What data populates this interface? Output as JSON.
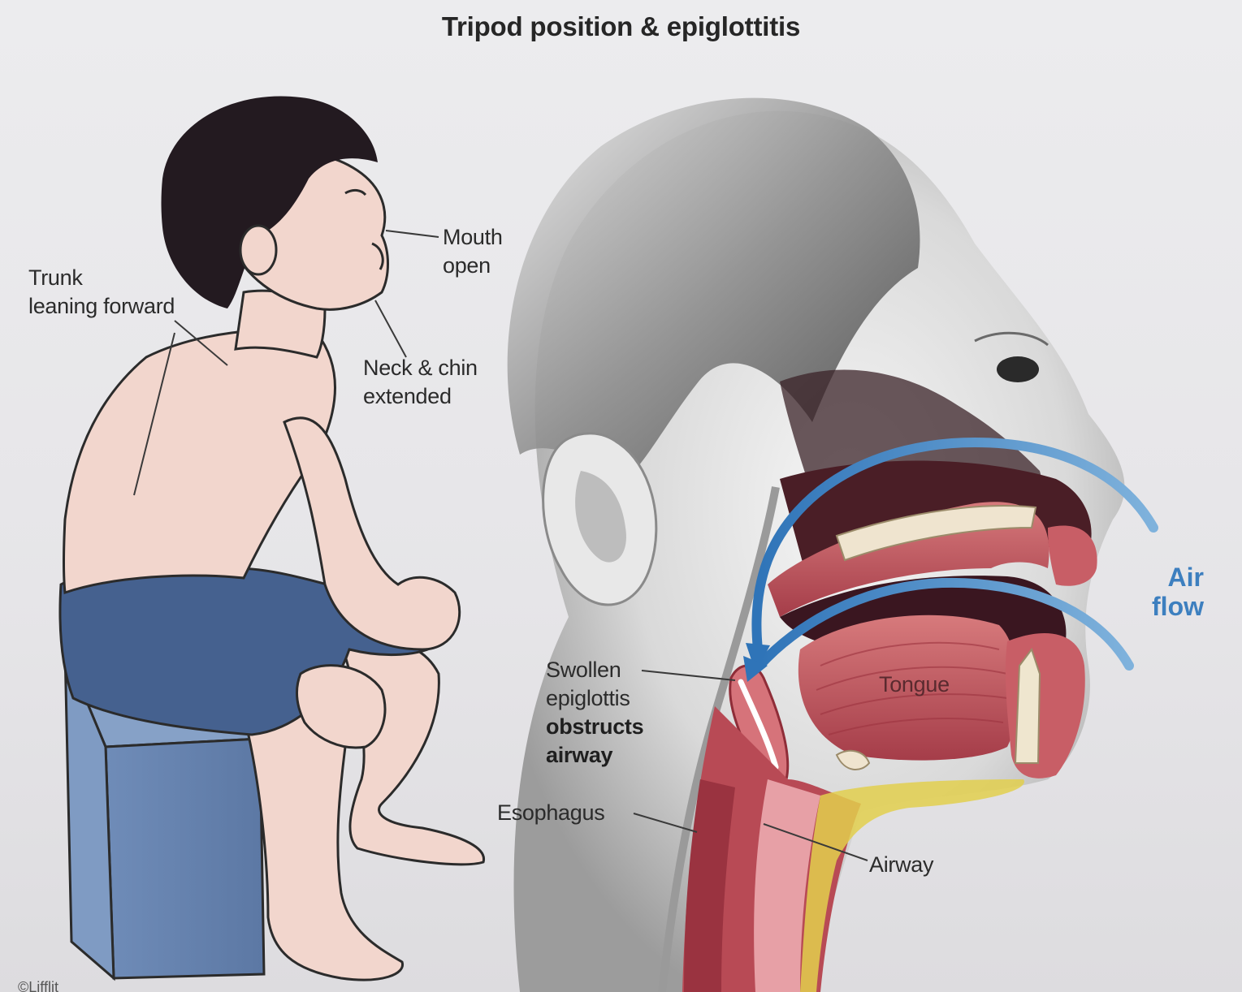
{
  "title": "Tripod position & epiglottitis",
  "labels": {
    "trunk": [
      "Trunk",
      "leaning forward"
    ],
    "mouth": [
      "Mouth",
      "open"
    ],
    "neck": [
      "Neck & chin",
      "extended"
    ],
    "air": [
      "Air",
      "flow"
    ],
    "swollen": [
      "Swollen",
      "epiglottis"
    ],
    "obstructs": [
      "obstructs",
      "airway"
    ],
    "tongue": "Tongue",
    "esophagus": "Esophagus",
    "airway": "Airway"
  },
  "credit": "©Lifflit",
  "colors": {
    "skin": "#f2d6cd",
    "hair": "#231a20",
    "shorts": "#45618f",
    "box": "#6f8cb8",
    "tissue": "#c55a62",
    "airflow": "#3d7fbf"
  }
}
